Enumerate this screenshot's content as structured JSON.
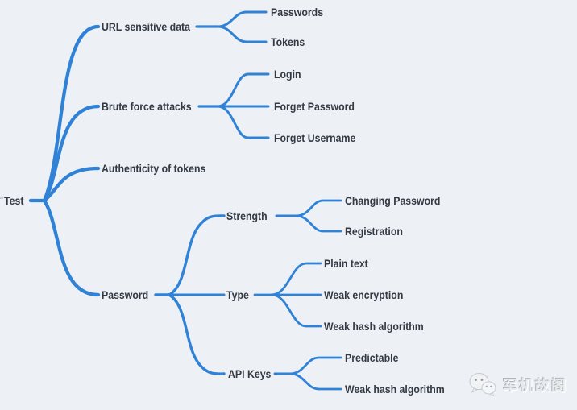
{
  "mindmap": {
    "root": {
      "label": "Test"
    },
    "branches": [
      {
        "label": "URL sensitive data",
        "children": [
          {
            "label": "Passwords"
          },
          {
            "label": "Tokens"
          }
        ]
      },
      {
        "label": "Brute force attacks",
        "children": [
          {
            "label": "Login"
          },
          {
            "label": "Forget Password"
          },
          {
            "label": "Forget Username"
          }
        ]
      },
      {
        "label": "Authenticity of tokens",
        "children": []
      },
      {
        "label": "Password",
        "children": [
          {
            "label": "Strength",
            "children": [
              {
                "label": "Changing Password"
              },
              {
                "label": "Registration"
              }
            ]
          },
          {
            "label": "Type",
            "children": [
              {
                "label": "Plain text"
              },
              {
                "label": "Weak encryption"
              },
              {
                "label": "Weak hash algorithm"
              }
            ]
          },
          {
            "label": "API Keys",
            "children": [
              {
                "label": "Predictable"
              },
              {
                "label": "Weak hash algorithm"
              }
            ]
          }
        ]
      }
    ]
  },
  "watermark": {
    "icon": "wechat-icon",
    "text": "军机故阁"
  },
  "colors": {
    "connector": "#2f82d6",
    "label_text": "#333a44",
    "background": "#edf0f4",
    "watermark": "#e7e9ec"
  }
}
